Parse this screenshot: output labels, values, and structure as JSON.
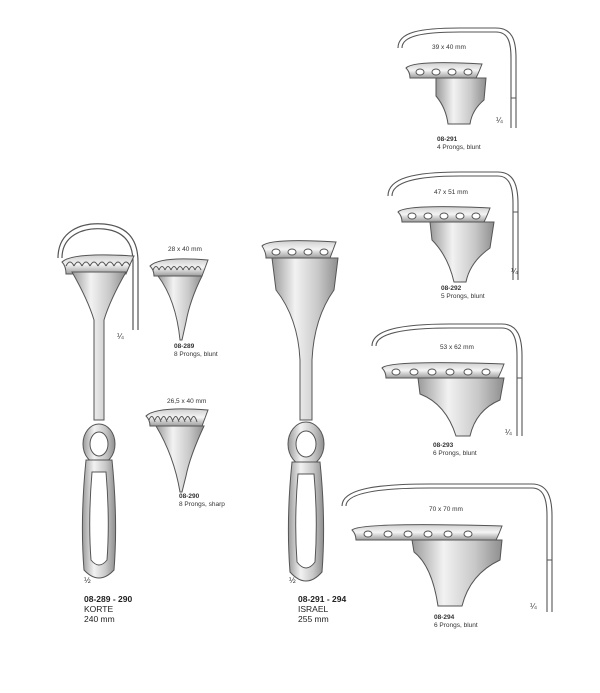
{
  "instruments": [
    {
      "code": "08-289 - 290",
      "name": "KORTE",
      "length": "240 mm",
      "scale": "½",
      "side_scale": "¼",
      "variants": [
        {
          "code": "08-289",
          "desc": "8 Prongs, blunt",
          "size": "28 x 40 mm"
        },
        {
          "code": "08-290",
          "desc": "8 Prongs, sharp",
          "size": "26,5 x 40 mm"
        }
      ]
    },
    {
      "code": "08-291 - 294",
      "name": "ISRAEL",
      "length": "255 mm",
      "scale": "½",
      "variants": [
        {
          "code": "08-291",
          "desc": "4 Prongs, blunt",
          "size": "39 x 40 mm",
          "scale": "¼"
        },
        {
          "code": "08-292",
          "desc": "5 Prongs, blunt",
          "size": "47 x 51 mm",
          "scale": "¼"
        },
        {
          "code": "08-293",
          "desc": "6 Prongs, blunt",
          "size": "53 x 62 mm",
          "scale": "¼"
        },
        {
          "code": "08-294",
          "desc": "6 Prongs, blunt",
          "size": "70 x 70 mm",
          "scale": "¼"
        }
      ]
    }
  ],
  "colors": {
    "metal_light": "#e6e6e6",
    "metal_dark": "#8a8a8a",
    "outline": "#555555"
  }
}
